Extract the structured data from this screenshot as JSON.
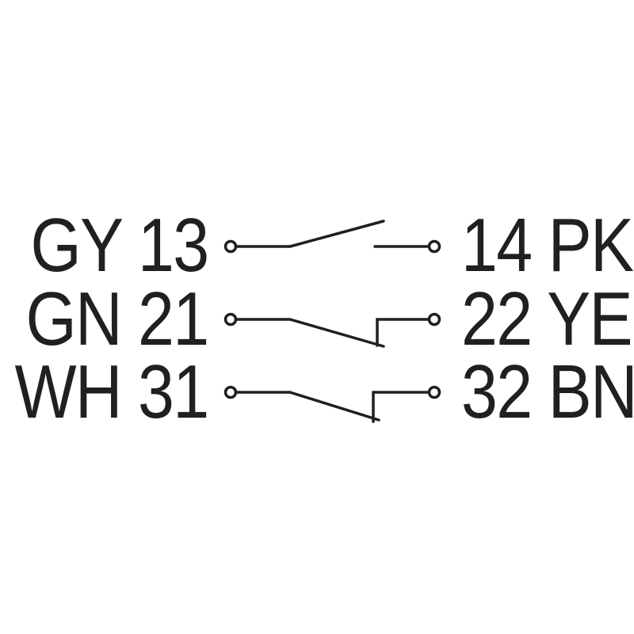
{
  "contacts": [
    {
      "left_label": "GY 13",
      "right_label": "14 PK",
      "type": "normally-open"
    },
    {
      "left_label": "GN 21",
      "right_label": "22 YE",
      "type": "normally-closed"
    },
    {
      "left_label": "WH 31",
      "right_label": "32 BN",
      "type": "normally-closed"
    }
  ],
  "colors": {
    "ink": "#231f20",
    "background": "#ffffff"
  }
}
